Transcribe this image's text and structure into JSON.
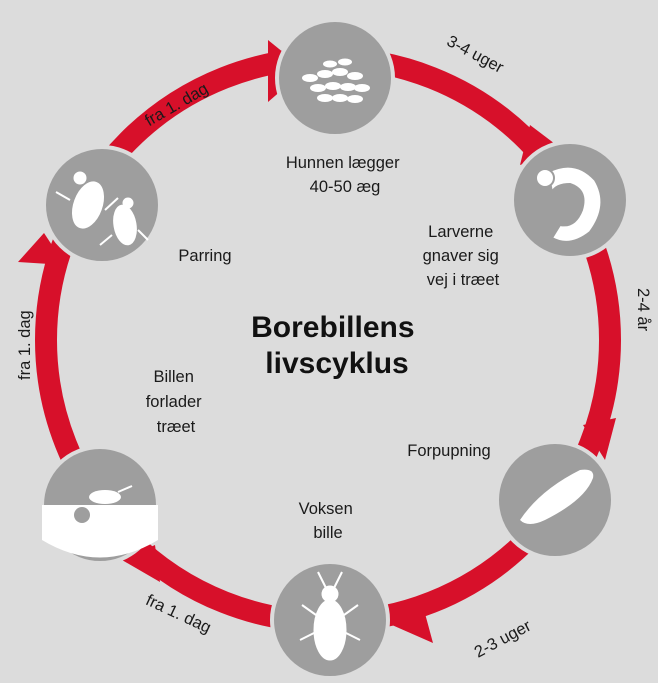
{
  "title": {
    "line1": "Borebillens",
    "line2": "livscyklus"
  },
  "colors": {
    "background": "#dcdcdc",
    "arrow": "#d7102a",
    "node": "#9e9e9e",
    "illustration": "#ffffff",
    "text": "#1a1a1a"
  },
  "stages": [
    {
      "id": "eggs",
      "icon": "eggs-icon",
      "lines": [
        "Hunnen lægger",
        "40-50 æg"
      ]
    },
    {
      "id": "larva",
      "icon": "larva-icon",
      "lines": [
        "Larverne",
        "gnaver sig",
        "vej i træet"
      ]
    },
    {
      "id": "pupa",
      "icon": "pupa-icon",
      "lines": [
        "Forpupning"
      ]
    },
    {
      "id": "adult",
      "icon": "beetle-icon",
      "lines": [
        "Voksen",
        "bille"
      ]
    },
    {
      "id": "exit",
      "icon": "beetle-exit-icon",
      "lines": [
        "Billen",
        "forlader",
        "træet"
      ]
    },
    {
      "id": "mating",
      "icon": "mating-beetles-icon",
      "lines": [
        "Parring"
      ]
    }
  ],
  "arrows": [
    {
      "from": "eggs",
      "to": "larva",
      "label": "3-4 uger"
    },
    {
      "from": "larva",
      "to": "pupa",
      "label": "2-4 år"
    },
    {
      "from": "pupa",
      "to": "adult",
      "label": "2-3 uger"
    },
    {
      "from": "adult",
      "to": "exit",
      "label": "fra 1. dag"
    },
    {
      "from": "exit",
      "to": "mating",
      "label": "fra 1. dag"
    },
    {
      "from": "mating",
      "to": "eggs",
      "label": "fra 1. dag"
    }
  ]
}
